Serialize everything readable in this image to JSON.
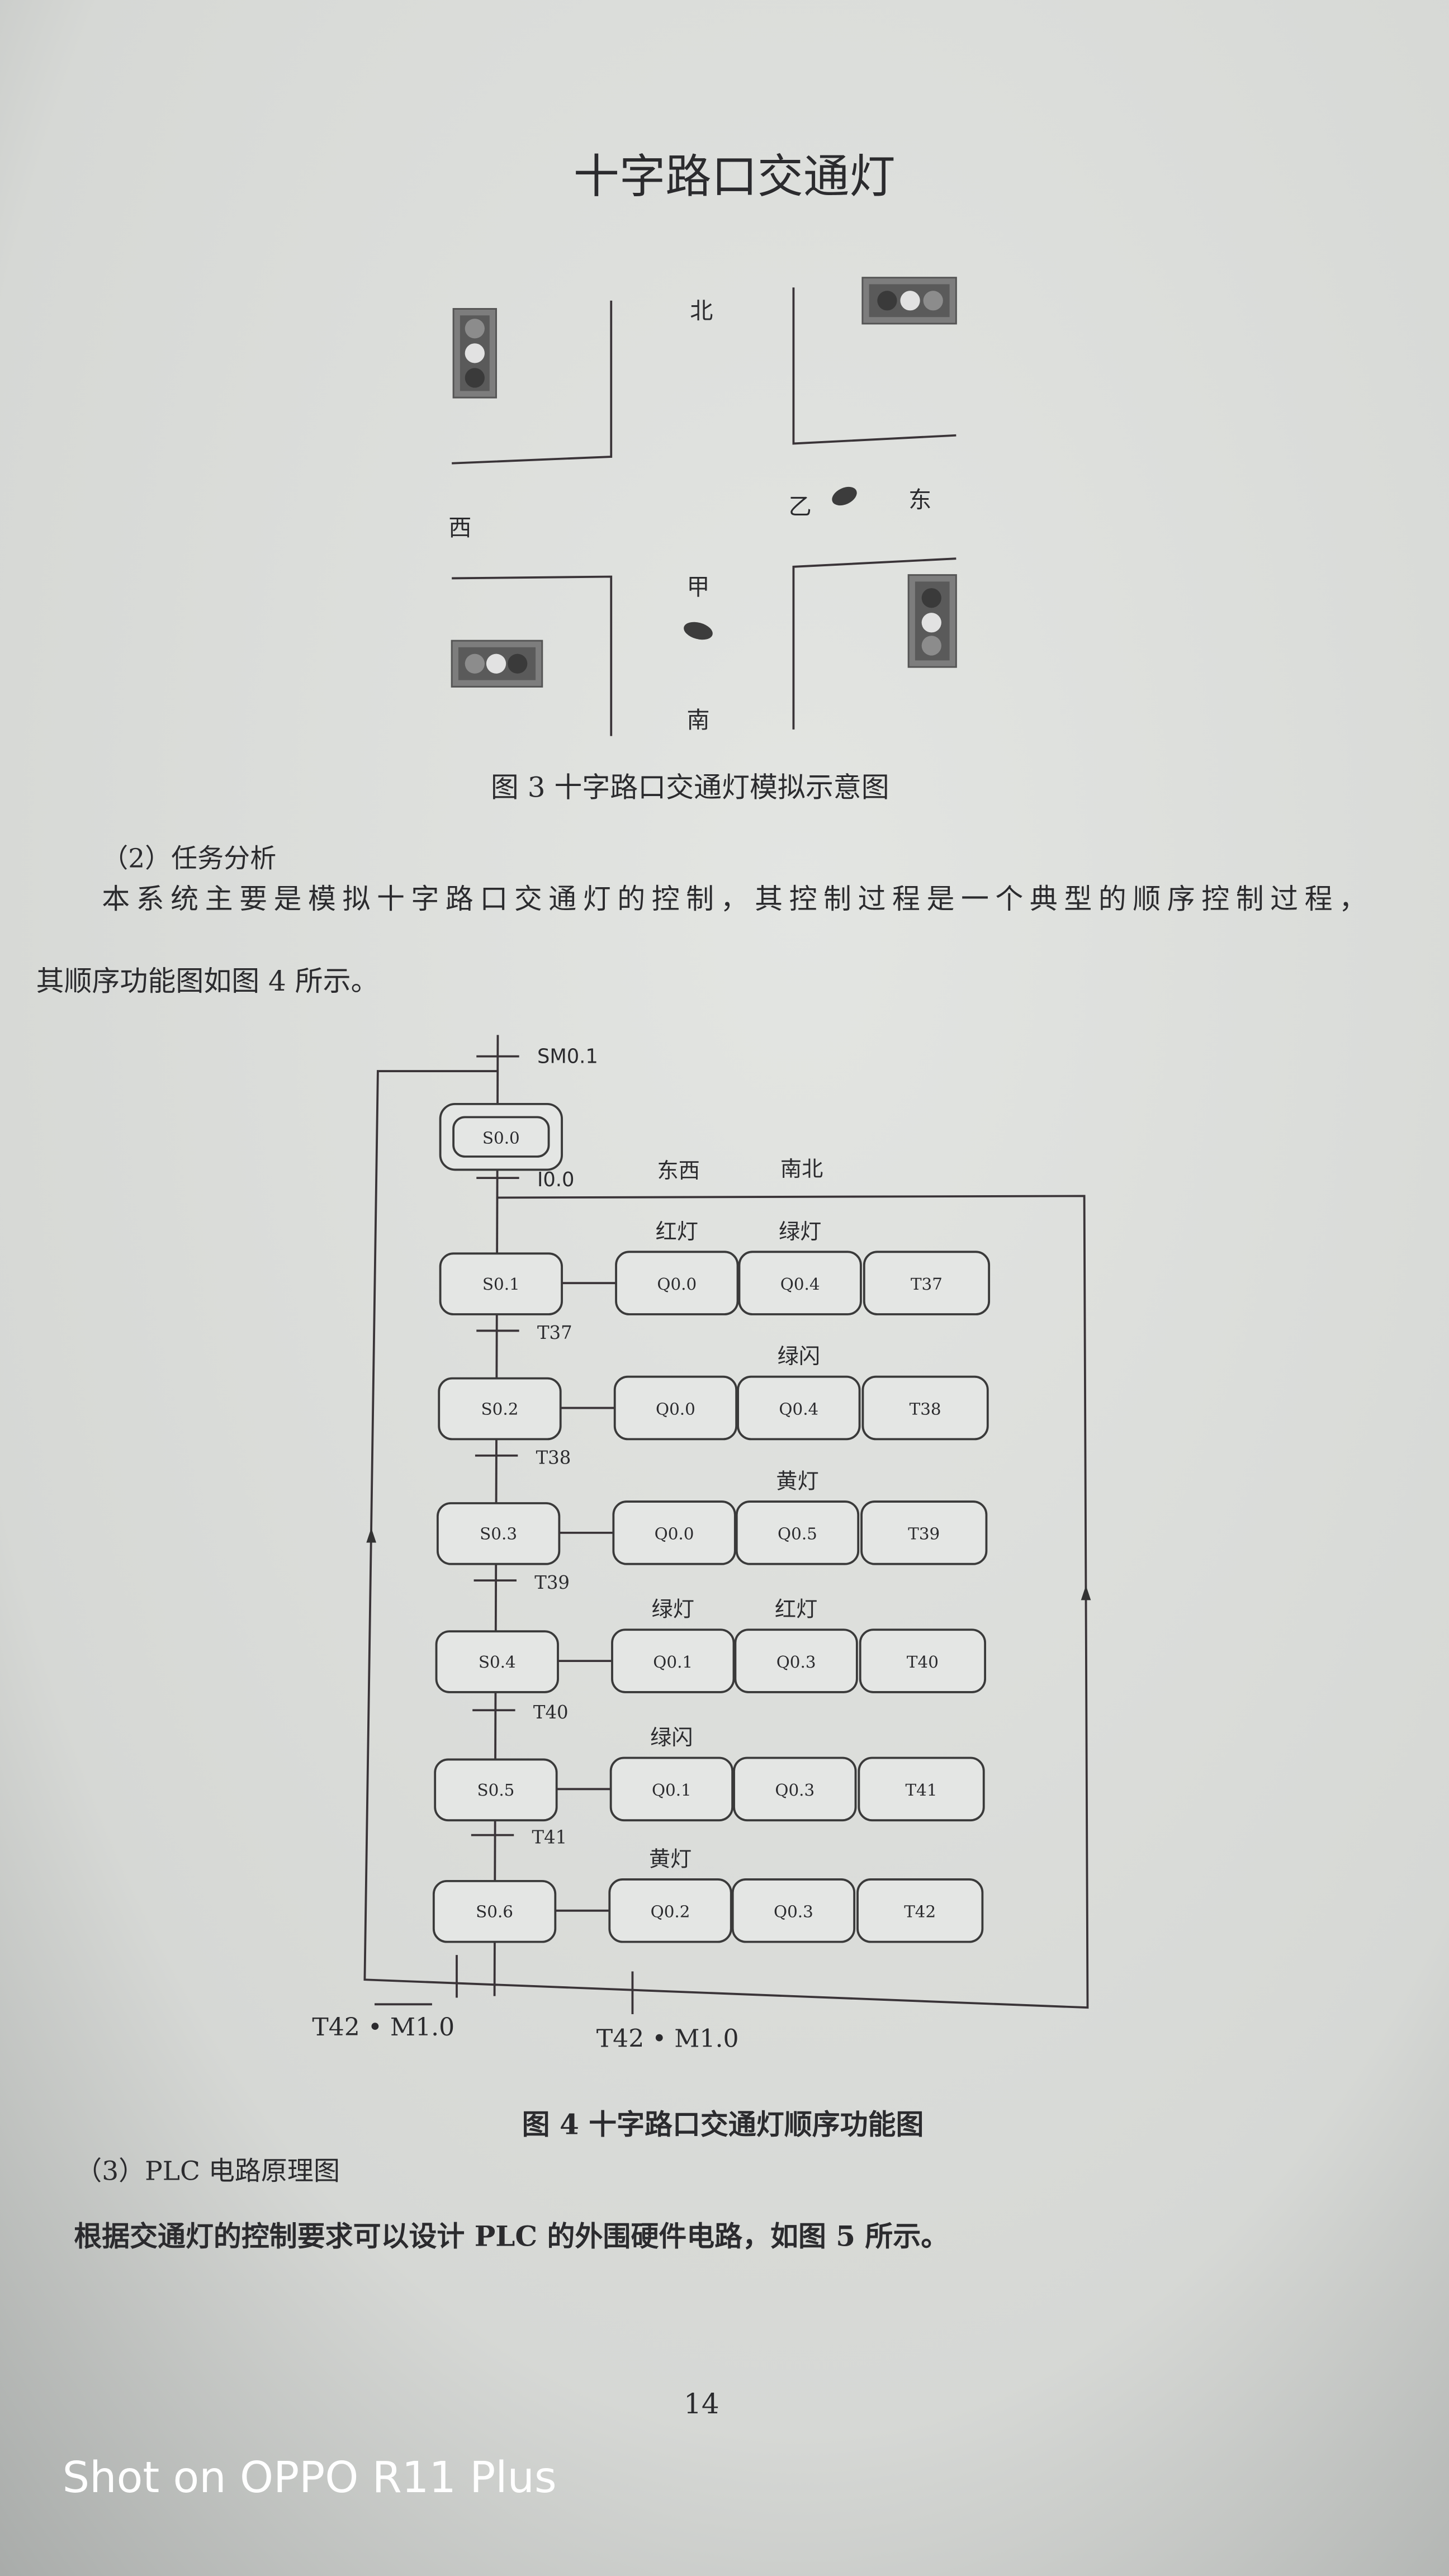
{
  "title": "十字路口交通灯",
  "figure3": {
    "directions": {
      "north": "北",
      "south": "南",
      "east": "东",
      "west": "西"
    },
    "cars": {
      "a": "甲",
      "b": "乙"
    },
    "caption": "图 3  十字路口交通灯模拟示意图"
  },
  "section2": {
    "heading": "（2）任务分析",
    "line1": "本系统主要是模拟十字路口交通灯的控制，其控制过程是一个典型的顺序控制过程，",
    "line2": "其顺序功能图如图 4 所示。"
  },
  "figure4": {
    "initial_transition": "SM0.1",
    "initial_step": "S0.0",
    "start_transition": "I0.0",
    "group_headers": {
      "east_west": "东西",
      "south_north": "南北"
    },
    "steps": [
      {
        "step": "S0.1",
        "actions": [
          "Q0.0",
          "Q0.4",
          "T37"
        ],
        "notes": [
          "红灯",
          "绿灯"
        ],
        "transition": "T37"
      },
      {
        "step": "S0.2",
        "actions": [
          "Q0.0",
          "Q0.4",
          "T38"
        ],
        "notes": [
          "",
          "绿闪"
        ],
        "transition": "T38"
      },
      {
        "step": "S0.3",
        "actions": [
          "Q0.0",
          "Q0.5",
          "T39"
        ],
        "notes": [
          "",
          "黄灯"
        ],
        "transition": "T39"
      },
      {
        "step": "S0.4",
        "actions": [
          "Q0.1",
          "Q0.3",
          "T40"
        ],
        "notes": [
          "绿灯",
          "红灯"
        ],
        "transition": "T40"
      },
      {
        "step": "S0.5",
        "actions": [
          "Q0.1",
          "Q0.3",
          "T41"
        ],
        "notes": [
          "绿闪",
          ""
        ],
        "transition": "T41"
      },
      {
        "step": "S0.6",
        "actions": [
          "Q0.2",
          "Q0.3",
          "T42"
        ],
        "notes": [
          "黄灯",
          ""
        ],
        "transition": ""
      }
    ],
    "loop_transition_left": {
      "t": "T42",
      "m": "M1.0",
      "m_negated": true
    },
    "loop_transition_right": {
      "t": "T42",
      "m": "M1.0",
      "m_negated": false
    },
    "caption": "图 4  十字路口交通灯顺序功能图"
  },
  "section3": {
    "heading": "（3）PLC 电路原理图",
    "line1": "根据交通灯的控制要求可以设计 PLC 的外围硬件电路，如图 5 所示。"
  },
  "page_number": "14",
  "watermark": "Shot on OPPO R11 Plus"
}
